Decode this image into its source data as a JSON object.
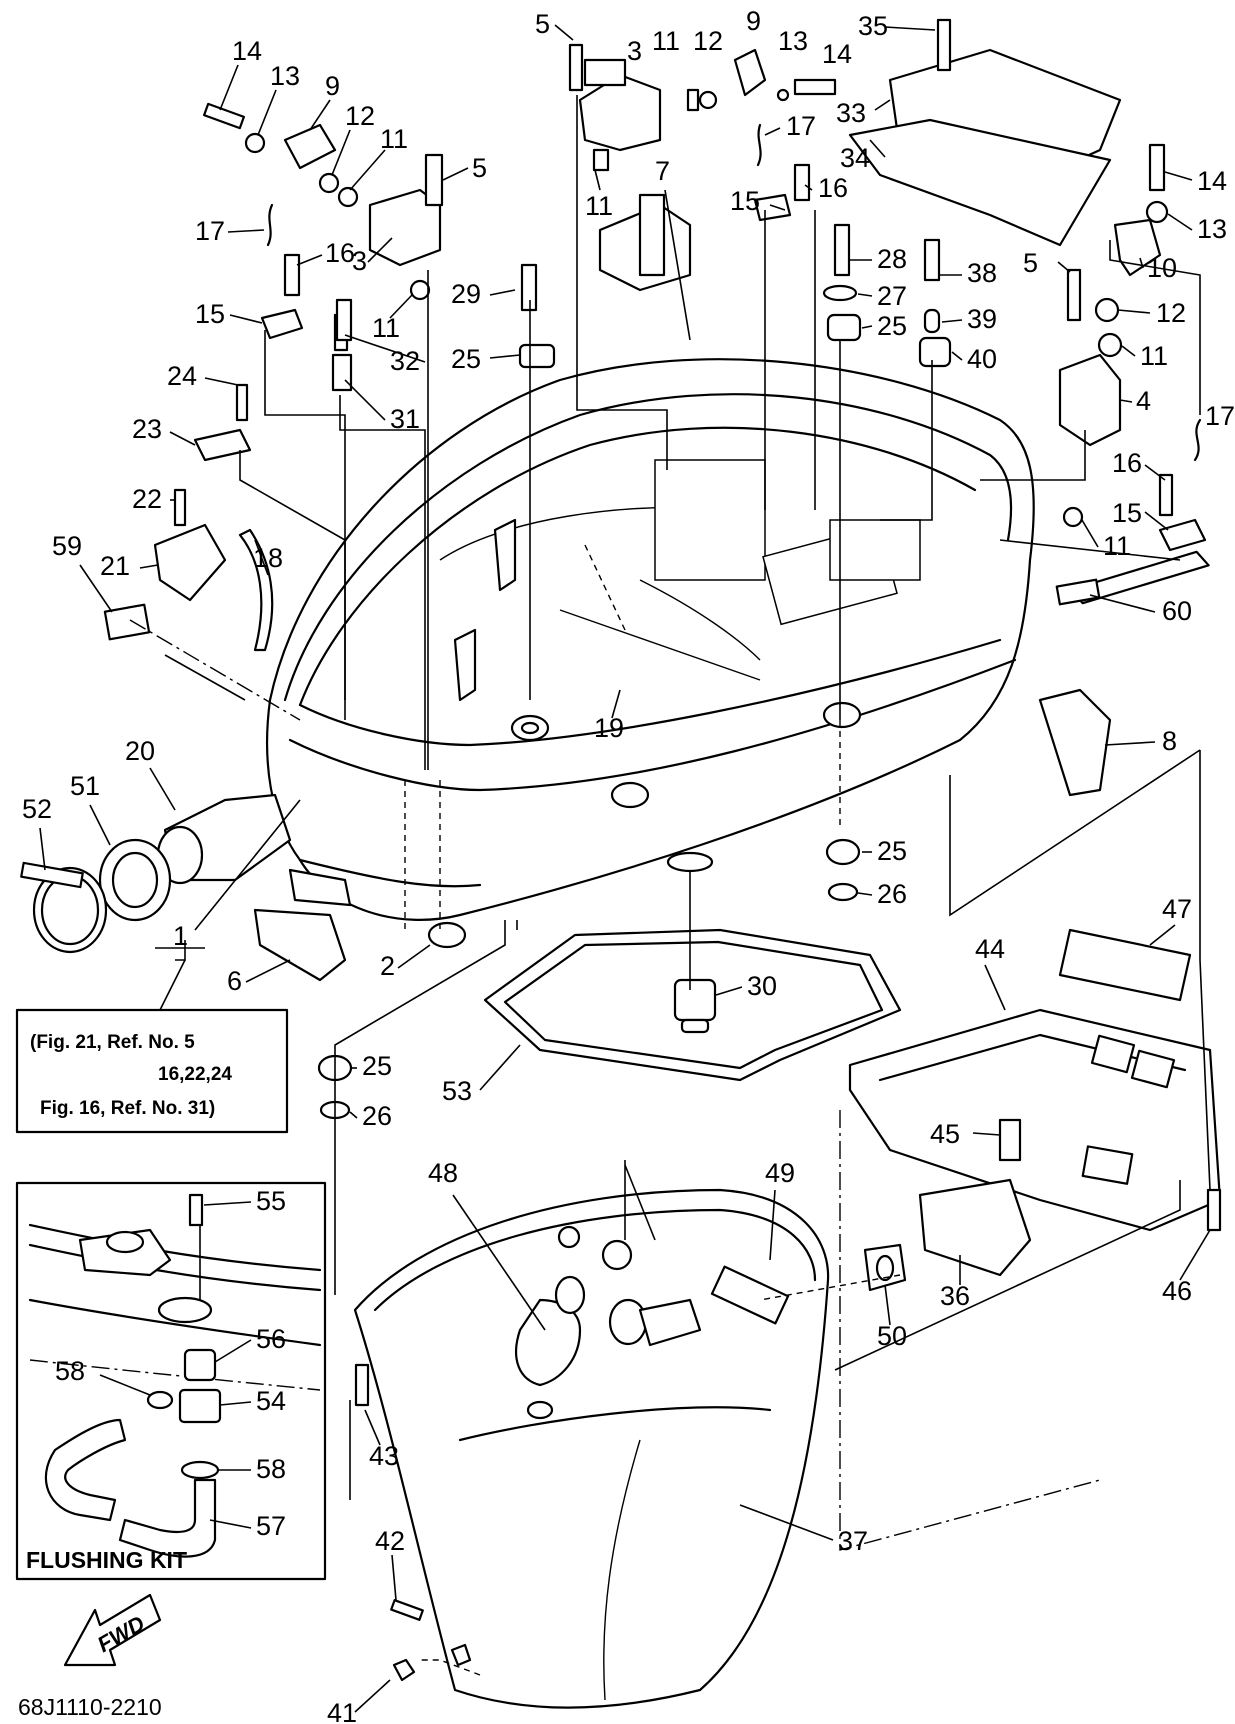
{
  "callouts": [
    {
      "id": "c5a",
      "text": "5"
    },
    {
      "id": "c3a",
      "text": "3"
    },
    {
      "id": "c11a",
      "text": "11"
    },
    {
      "id": "c12a",
      "text": "12"
    },
    {
      "id": "c9a",
      "text": "9"
    },
    {
      "id": "c13a",
      "text": "13"
    },
    {
      "id": "c14a",
      "text": "14"
    },
    {
      "id": "c35",
      "text": "35"
    },
    {
      "id": "c33",
      "text": "33"
    },
    {
      "id": "c34",
      "text": "34"
    },
    {
      "id": "c17a",
      "text": "17"
    },
    {
      "id": "c11b",
      "text": "11"
    },
    {
      "id": "c7",
      "text": "7"
    },
    {
      "id": "c15a",
      "text": "15"
    },
    {
      "id": "c16a",
      "text": "16"
    },
    {
      "id": "c14b",
      "text": "14"
    },
    {
      "id": "c13b",
      "text": "13"
    },
    {
      "id": "c9b",
      "text": "9"
    },
    {
      "id": "c12b",
      "text": "12"
    },
    {
      "id": "c11c",
      "text": "11"
    },
    {
      "id": "c5b",
      "text": "5"
    },
    {
      "id": "c17b",
      "text": "17"
    },
    {
      "id": "c16b",
      "text": "16"
    },
    {
      "id": "c3b",
      "text": "3"
    },
    {
      "id": "c11d",
      "text": "11"
    },
    {
      "id": "c15b",
      "text": "15"
    },
    {
      "id": "c29",
      "text": "29"
    },
    {
      "id": "c32",
      "text": "32"
    },
    {
      "id": "c25a",
      "text": "25"
    },
    {
      "id": "c31",
      "text": "31"
    },
    {
      "id": "c28",
      "text": "28"
    },
    {
      "id": "c27",
      "text": "27"
    },
    {
      "id": "c25b",
      "text": "25"
    },
    {
      "id": "c38",
      "text": "38"
    },
    {
      "id": "c39",
      "text": "39"
    },
    {
      "id": "c40",
      "text": "40"
    },
    {
      "id": "c14c",
      "text": "14"
    },
    {
      "id": "c13c",
      "text": "13"
    },
    {
      "id": "c10",
      "text": "10"
    },
    {
      "id": "c5c",
      "text": "5"
    },
    {
      "id": "c12c",
      "text": "12"
    },
    {
      "id": "c11e",
      "text": "11"
    },
    {
      "id": "c4",
      "text": "4"
    },
    {
      "id": "c17c",
      "text": "17"
    },
    {
      "id": "c16c",
      "text": "16"
    },
    {
      "id": "c15c",
      "text": "15"
    },
    {
      "id": "c11f",
      "text": "11"
    },
    {
      "id": "c24",
      "text": "24"
    },
    {
      "id": "c23",
      "text": "23"
    },
    {
      "id": "c22",
      "text": "22"
    },
    {
      "id": "c59",
      "text": "59"
    },
    {
      "id": "c21",
      "text": "21"
    },
    {
      "id": "c18",
      "text": "18"
    },
    {
      "id": "c60",
      "text": "60"
    },
    {
      "id": "c19",
      "text": "19"
    },
    {
      "id": "c8",
      "text": "8"
    },
    {
      "id": "c20",
      "text": "20"
    },
    {
      "id": "c51",
      "text": "51"
    },
    {
      "id": "c52",
      "text": "52"
    },
    {
      "id": "c25c",
      "text": "25"
    },
    {
      "id": "c26a",
      "text": "26"
    },
    {
      "id": "c47",
      "text": "47"
    },
    {
      "id": "c1",
      "text": "1"
    },
    {
      "id": "c44",
      "text": "44"
    },
    {
      "id": "c30",
      "text": "30"
    },
    {
      "id": "c2",
      "text": "2"
    },
    {
      "id": "c6",
      "text": "6"
    },
    {
      "id": "c25d",
      "text": "25"
    },
    {
      "id": "c53",
      "text": "53"
    },
    {
      "id": "c26b",
      "text": "26"
    },
    {
      "id": "c45",
      "text": "45"
    },
    {
      "id": "c55",
      "text": "55"
    },
    {
      "id": "c48",
      "text": "48"
    },
    {
      "id": "c49",
      "text": "49"
    },
    {
      "id": "c36",
      "text": "36"
    },
    {
      "id": "c46",
      "text": "46"
    },
    {
      "id": "c56",
      "text": "56"
    },
    {
      "id": "c50",
      "text": "50"
    },
    {
      "id": "c58a",
      "text": "58"
    },
    {
      "id": "c54",
      "text": "54"
    },
    {
      "id": "c43",
      "text": "43"
    },
    {
      "id": "c58b",
      "text": "58"
    },
    {
      "id": "c57",
      "text": "57"
    },
    {
      "id": "c37",
      "text": "37"
    },
    {
      "id": "c42",
      "text": "42"
    },
    {
      "id": "c41",
      "text": "41"
    }
  ],
  "reference_note": {
    "line1": "(Fig. 21, Ref. No. 5",
    "line2": "16,22,24",
    "line3": "Fig. 16, Ref. No. 31)"
  },
  "flushing_kit": {
    "title": "FLUSHING KIT"
  },
  "direction_arrow": {
    "text": "FWD"
  },
  "diagram_code": "68J1110-2210"
}
